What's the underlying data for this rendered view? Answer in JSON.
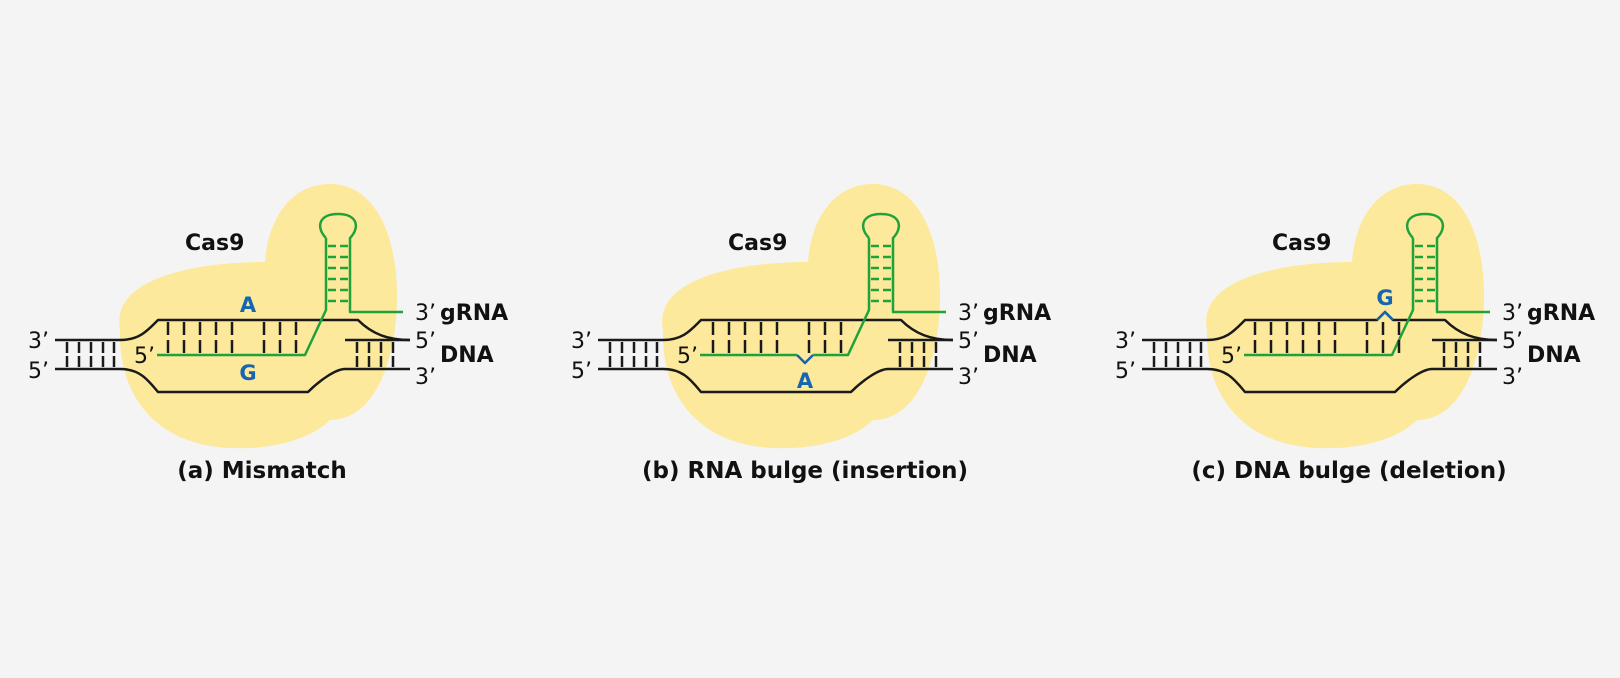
{
  "figure": {
    "colors": {
      "background": "#f4f4f4",
      "protein": "#fde99c",
      "dna": "#1a1a1a",
      "rna": "#1fa23a",
      "highlight": "#1565b0"
    },
    "panels": [
      {
        "id": "a",
        "protein_label": "Cas9",
        "caption": "(a) Mismatch",
        "type": "mismatch",
        "dna_base": "A",
        "rna_base": "G",
        "strand_labels": {
          "left_top": "3’",
          "left_bottom": "5’",
          "rna_start": "5’",
          "rna_end": "3’",
          "right_top": "5’",
          "right_bottom": "3’",
          "rna_name": "gRNA",
          "dna_name": "DNA"
        }
      },
      {
        "id": "b",
        "protein_label": "Cas9",
        "caption": "(b) RNA bulge (insertion)",
        "type": "rna_bulge",
        "bulge_base": "A",
        "strand_labels": {
          "left_top": "3’",
          "left_bottom": "5’",
          "rna_start": "5’",
          "rna_end": "3’",
          "right_top": "5’",
          "right_bottom": "3’",
          "rna_name": "gRNA",
          "dna_name": "DNA"
        }
      },
      {
        "id": "c",
        "protein_label": "Cas9",
        "caption": "(c) DNA bulge (deletion)",
        "type": "dna_bulge",
        "bulge_base": "G",
        "strand_labels": {
          "left_top": "3’",
          "left_bottom": "5’",
          "rna_start": "5’",
          "rna_end": "3’",
          "right_top": "5’",
          "right_bottom": "3’",
          "rna_name": "gRNA",
          "dna_name": "DNA"
        }
      }
    ]
  }
}
